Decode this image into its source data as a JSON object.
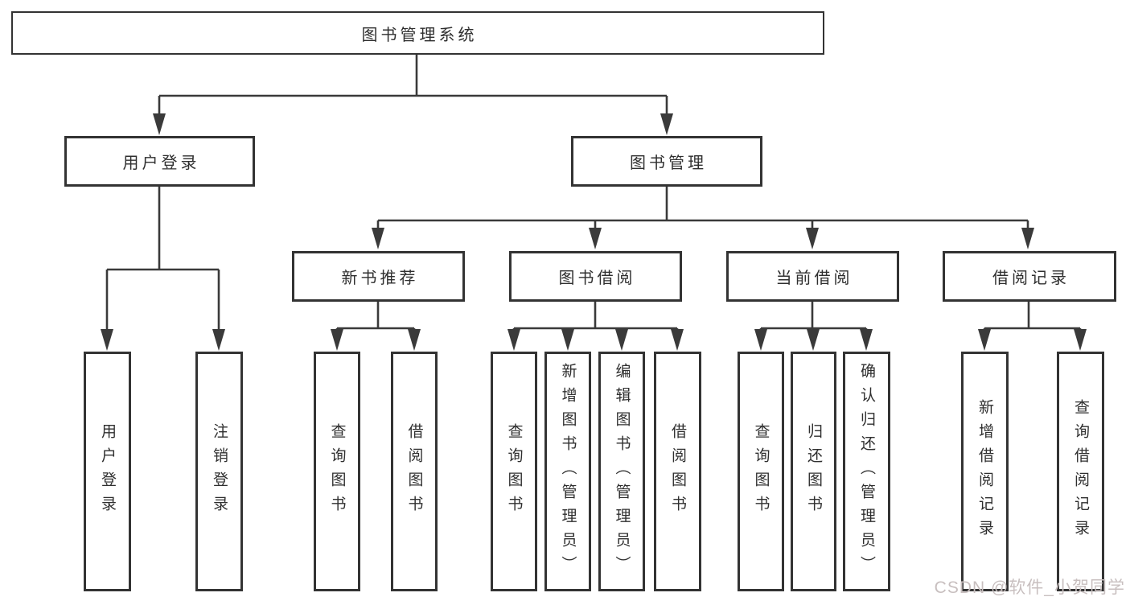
{
  "tree": {
    "label": "图书管理系统",
    "children": [
      {
        "label": "用户登录",
        "children": [
          {
            "label": "用户登录"
          },
          {
            "label": "注销登录"
          }
        ]
      },
      {
        "label": "图书管理",
        "children": [
          {
            "label": "新书推荐",
            "children": [
              {
                "label": "查询图书"
              },
              {
                "label": "借阅图书"
              }
            ]
          },
          {
            "label": "图书借阅",
            "children": [
              {
                "label": "查询图书"
              },
              {
                "label": "新增图书（管理员）"
              },
              {
                "label": "编辑图书（管理员）"
              },
              {
                "label": "借阅图书"
              }
            ]
          },
          {
            "label": "当前借阅",
            "children": [
              {
                "label": "查询图书"
              },
              {
                "label": "归还图书"
              },
              {
                "label": "确认归还（管理员）"
              }
            ]
          },
          {
            "label": "借阅记录",
            "children": [
              {
                "label": "新增借阅记录"
              },
              {
                "label": "查询借阅记录"
              }
            ]
          }
        ]
      }
    ]
  },
  "watermark": {
    "text": "CSDN @软件_小贺同学",
    "color": "#c8bfbf"
  },
  "colors": {
    "line": "#3a3a3a",
    "border": "#333333",
    "text": "#2f2f2f",
    "background": "#ffffff"
  }
}
